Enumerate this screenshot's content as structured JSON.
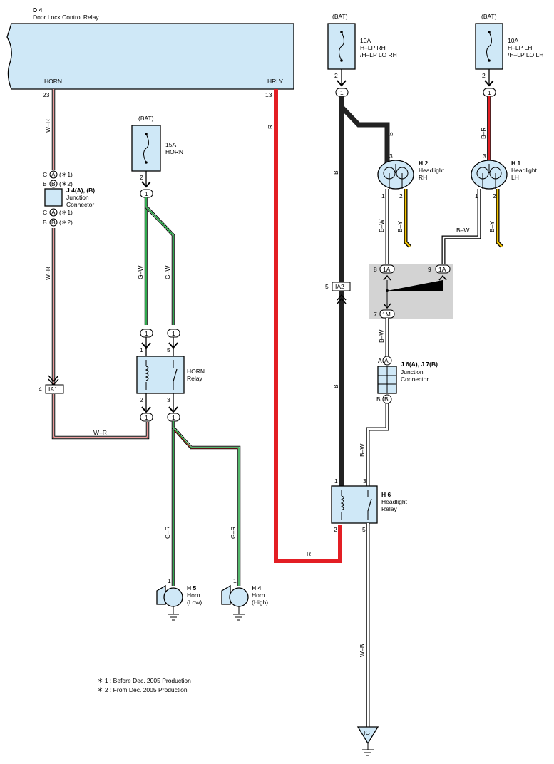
{
  "relay_d4": {
    "code": "D 4",
    "name": "Door Lock Control Relay",
    "horn_label": "HORN",
    "hrly_label": "HRLY",
    "pin_horn": "23",
    "pin_hrly": "13"
  },
  "wires": {
    "w_r": "W–R",
    "g_w": "G–W",
    "g_r": "G–R",
    "r": "R",
    "b": "B",
    "b_w": "B–W",
    "b_y": "B–Y",
    "b_r": "B–R",
    "w_b": "W–B"
  },
  "bat": "(BAT)",
  "fuse_horn": {
    "rating": "15A",
    "name": "HORN",
    "pin": "2",
    "conn": "1"
  },
  "fuse_hlp_rh": {
    "rating": "10A",
    "line1": "H–LP RH",
    "line2": "/H–LP LO RH",
    "pin": "2",
    "conn": "1"
  },
  "fuse_hlp_lh": {
    "rating": "10A",
    "line1": "H–LP LH",
    "line2": "/H–LP LO LH",
    "pin": "2",
    "conn": "1"
  },
  "j4": {
    "code": "J 4(A), (B)",
    "l1": "Junction",
    "l2": "Connector",
    "a": "A",
    "b": "B",
    "c": "C",
    "n1": "(＊1)",
    "n2": "(＊2)"
  },
  "ia1": {
    "code": "IA1",
    "pin": "4"
  },
  "ia2": {
    "code": "IA2",
    "pin": "5"
  },
  "horn_relay": {
    "l1": "HORN",
    "l2": "Relay",
    "p1": "1",
    "p2": "2",
    "p3": "3",
    "p5": "5",
    "c": "1"
  },
  "h5": {
    "code": "H 5",
    "l1": "Horn",
    "l2": "(Low)",
    "pin": "1"
  },
  "h4": {
    "code": "H 4",
    "l1": "Horn",
    "l2": "(High)",
    "pin": "1"
  },
  "h2": {
    "code": "H 2",
    "l1": "Headlight",
    "l2": "RH",
    "p1": "1",
    "p2": "2",
    "p3": "3"
  },
  "h1": {
    "code": "H 1",
    "l1": "Headlight",
    "l2": "LH",
    "p1": "1",
    "p2": "2",
    "p3": "3"
  },
  "conn_1a": {
    "label": "1A",
    "p8": "8",
    "p9": "9"
  },
  "conn_1m": {
    "label": "1M",
    "p7": "7"
  },
  "j6": {
    "code": "J 6(A), J 7(B)",
    "l1": "Junction",
    "l2": "Connector",
    "a": "A",
    "b": "B"
  },
  "h6": {
    "code": "H 6",
    "l1": "Headlight",
    "l2": "Relay",
    "p1": "1",
    "p2": "2",
    "p3": "3",
    "p5": "5"
  },
  "ig": "IG",
  "notes": {
    "n1": "＊ 1 : Before Dec.  2005 Production",
    "n2": "＊ 2 : From Dec.  2005 Production"
  }
}
